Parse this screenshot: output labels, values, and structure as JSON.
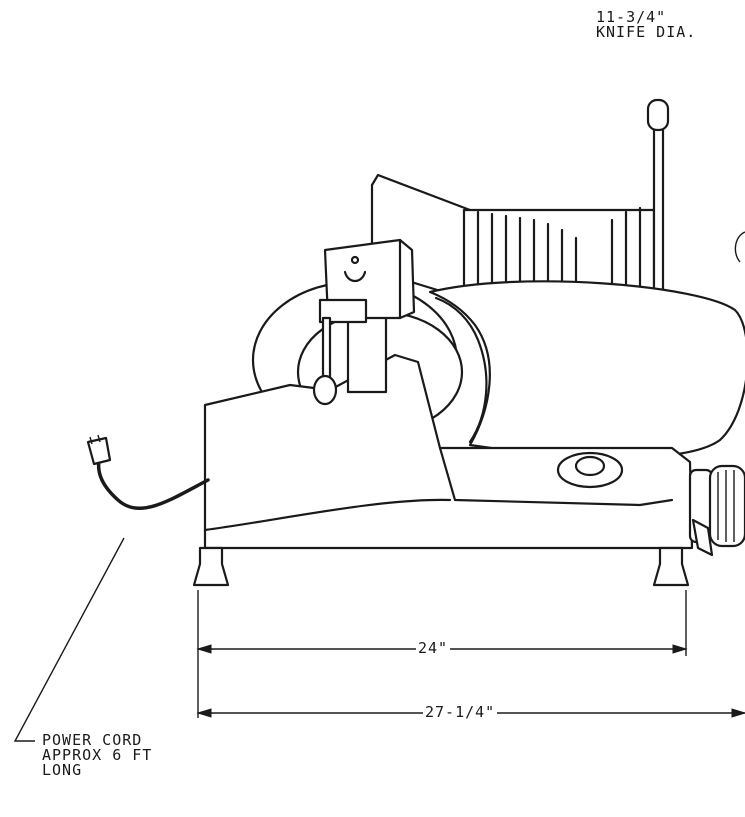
{
  "labels": {
    "knife_line1": "11-3/4\"",
    "knife_line2": "KNIFE DIA.",
    "cord_line1": "POWER CORD",
    "cord_line2": "APPROX 6 FT",
    "cord_line3": "LONG"
  },
  "dimensions": {
    "base_width": "24\"",
    "overall_width": "27-1/4\""
  },
  "colors": {
    "ink": "#1a1a1a",
    "paper": "#ffffff"
  }
}
